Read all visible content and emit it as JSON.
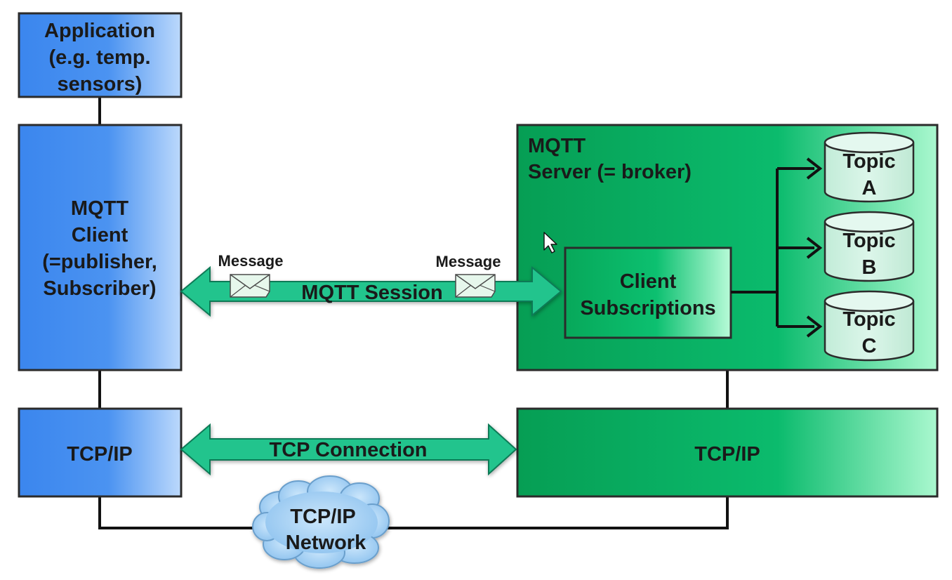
{
  "application": {
    "line1": "Application",
    "line2": "(e.g. temp.",
    "line3": "sensors)"
  },
  "client": {
    "line1": "MQTT",
    "line2": "Client",
    "line3": "(=publisher,",
    "line4": "Subscriber)"
  },
  "client_tcp": {
    "label": "TCP/IP"
  },
  "server": {
    "line1": "MQTT",
    "line2": "Server (= broker)"
  },
  "subscriptions": {
    "line1": "Client",
    "line2": "Subscriptions"
  },
  "topics": [
    {
      "line1": "Topic",
      "line2": "A"
    },
    {
      "line1": "Topic",
      "line2": "B"
    },
    {
      "line1": "Topic",
      "line2": "C"
    }
  ],
  "server_tcp": {
    "label": "TCP/IP"
  },
  "session": {
    "label": "MQTT Session",
    "message_left": "Message",
    "message_right": "Message"
  },
  "tcp_connection": {
    "label": "TCP Connection"
  },
  "network": {
    "line1": "TCP/IP",
    "line2": "Network"
  },
  "colors": {
    "client_blue": "#3d8af0",
    "client_blue_light": "#b4d4fb",
    "server_green": "#07a659",
    "server_green_light": "#a6f7cc",
    "arrow_green": "#1fc48b",
    "cloud_blue": "#a8d2f5"
  }
}
